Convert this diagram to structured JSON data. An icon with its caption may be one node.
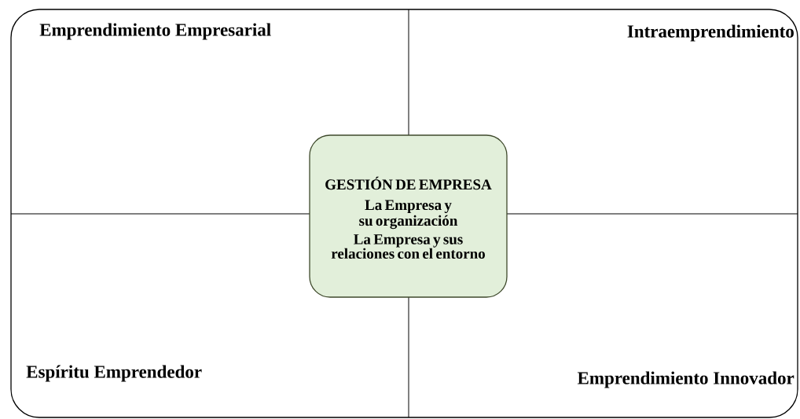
{
  "diagram": {
    "nodes": [
      {
        "text": [
          "GESTIÓN DE EMPRESA",
          "La Empresa y su organización",
          "La Empresa y sus relaciones con el entorno"
        ]
      }
    ],
    "labels": [
      "Emprendimiento Empresarial",
      "Intraemprendimiento",
      "Espíritu Emprendedor",
      "Emprendimiento Innovador"
    ]
  }
}
